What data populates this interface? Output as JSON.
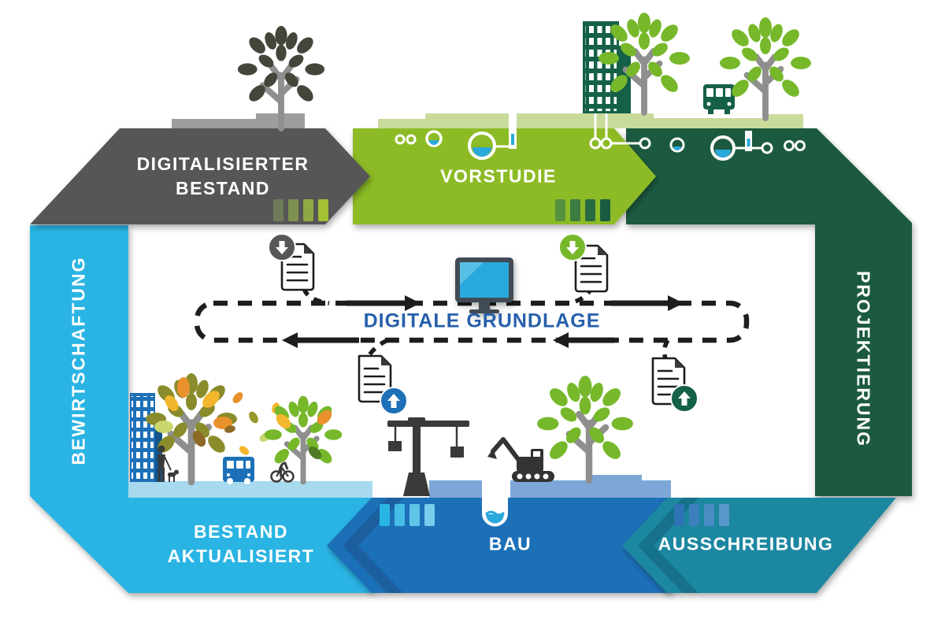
{
  "diagram": {
    "center": {
      "label": "DIGITALE GRUNDLAGE",
      "text_color": "#2760ab",
      "icons": [
        "monitor-icon",
        "document-download-gray-icon",
        "document-download-green-icon",
        "document-upload-blue-icon",
        "document-upload-darkgreen-icon"
      ]
    },
    "stages": [
      {
        "id": "digitalisierter-bestand",
        "label": "DIGITALISIERTER\nBESTAND",
        "color": "#575756",
        "position": "top-left"
      },
      {
        "id": "vorstudie",
        "label": "VORSTUDIE",
        "color": "#8dbb25",
        "position": "top-center"
      },
      {
        "id": "projektierung",
        "label": "PROJEKTIERUNG",
        "color": "#1a5a40",
        "position": "right"
      },
      {
        "id": "ausschreibung",
        "label": "AUSSCHREIBUNG",
        "color": "#1f87a0",
        "position": "bottom-right"
      },
      {
        "id": "bau",
        "label": "BAU",
        "color": "#1d70b7",
        "position": "bottom-center"
      },
      {
        "id": "bestand-aktualisiert",
        "label": "BESTAND\nAKTUALISIERT",
        "color": "#29b4e3",
        "position": "bottom-left"
      },
      {
        "id": "bewirtschaftung",
        "label": "BEWIRTSCHAFTUNG",
        "color": "#29b4e3",
        "position": "left"
      }
    ],
    "palette": {
      "gray": "#575756",
      "green": "#8dbb25",
      "dark_green": "#1a5a40",
      "teal": "#1f87a0",
      "blue": "#1d70b7",
      "cyan": "#29b4e3",
      "pale_blue_ground": "#a7d9ef",
      "medium_blue_ground": "#7ea7d8",
      "light_green_ground": "#c9db9b",
      "gray_ground": "#9d9d9c",
      "water_blue": "#2aa9dc",
      "loop_black": "#1d1d1b"
    },
    "scenery_icons": [
      "tree-icon",
      "building-icon",
      "tram-icon",
      "bus-icon",
      "crane-icon",
      "excavator-icon",
      "pedestrian-icon",
      "cyclist-icon",
      "pipe-network-icon",
      "trench-icon"
    ]
  }
}
